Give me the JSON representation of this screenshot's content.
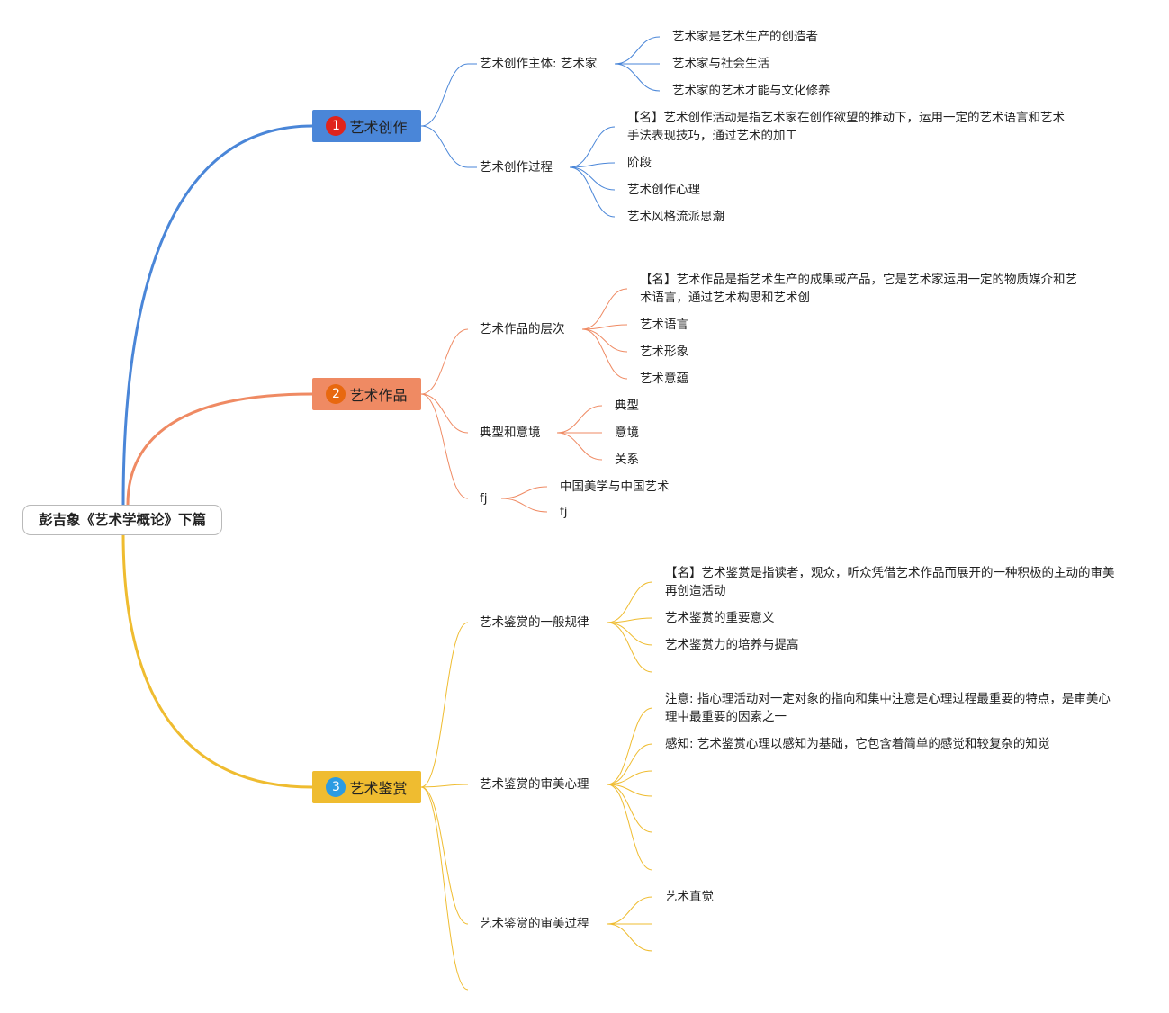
{
  "root": {
    "title": "彭吉象《艺术学概论》下篇"
  },
  "branches": [
    {
      "key": "b1",
      "number": "1",
      "label": "艺术创作",
      "color": "#4a86d8",
      "badge_color": "#e0241b"
    },
    {
      "key": "b2",
      "number": "2",
      "label": "艺术作品",
      "color": "#ef8a63",
      "badge_color": "#e8680f"
    },
    {
      "key": "b3",
      "number": "3",
      "label": "艺术鉴赏",
      "color": "#efbc30",
      "badge_color": "#2b9be2"
    }
  ],
  "subtopics": {
    "b1_s1": "艺术创作主体: 艺术家",
    "b1_s2": "艺术创作过程",
    "b2_s1": "艺术作品的层次",
    "b2_s2": "典型和意境",
    "b2_s3": "fj",
    "b3_s1": "艺术鉴赏的一般规律",
    "b3_s2": "艺术鉴赏的审美心理",
    "b3_s3": "艺术鉴赏的审美过程"
  },
  "leaves": {
    "b1_s1_l1": "艺术家是艺术生产的创造者",
    "b1_s1_l2": "艺术家与社会生活",
    "b1_s1_l3": "艺术家的艺术才能与文化修养",
    "b1_s2_l1": "【名】艺术创作活动是指艺术家在创作欲望的推动下，运用一定的艺术语言和艺术手法表现技巧，通过艺术的加工",
    "b1_s2_l2": "阶段",
    "b1_s2_l3": "艺术创作心理",
    "b1_s2_l4": "艺术风格流派思潮",
    "b2_s1_l1": "【名】艺术作品是指艺术生产的成果或产品，它是艺术家运用一定的物质媒介和艺术语言，通过艺术构思和艺术创",
    "b2_s1_l2": "艺术语言",
    "b2_s1_l3": "艺术形象",
    "b2_s1_l4": "艺术意蕴",
    "b2_s2_l1": "典型",
    "b2_s2_l2": "意境",
    "b2_s2_l3": "关系",
    "b2_s3_l1": "中国美学与中国艺术",
    "b2_s3_l2": "fj",
    "b3_s1_l1": "【名】艺术鉴赏是指读者，观众，听众凭借艺术作品而展开的一种积极的主动的审美再创造活动",
    "b3_s1_l2": "艺术鉴赏的重要意义",
    "b3_s1_l3": "艺术鉴赏力的培养与提高",
    "b3_s2_l1": "注意: 指心理活动对一定对象的指向和集中注意是心理过程最重要的特点，是审美心理中最重要的因素之一",
    "b3_s2_l2": "感知: 艺术鉴赏心理以感知为基础，它包含着简单的感觉和较复杂的知觉",
    "b3_s3_l1": "艺术直觉"
  }
}
